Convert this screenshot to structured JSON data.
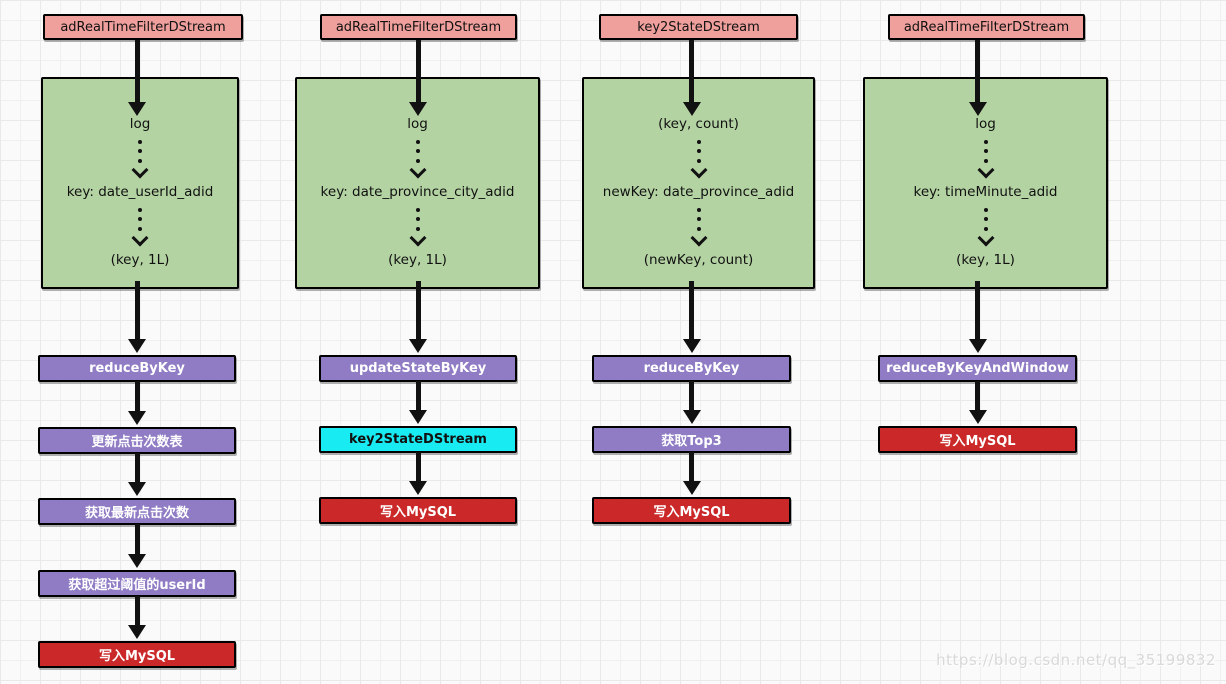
{
  "watermark": "https://blog.csdn.net/qq_35199832",
  "colors": {
    "header_fill": "#efa09d",
    "stage_fill": "#b4d3a3",
    "operator_fill": "#8f7cc4",
    "dstream_fill": "#18ecf2",
    "mysql_fill": "#cb2929",
    "arrow": "#111111"
  },
  "columns": [
    {
      "header": "adRealTimeFilterDStream",
      "steps": [
        "log",
        "key: date_userId_adid",
        "(key, 1L)"
      ],
      "nodes": [
        {
          "label": "reduceByKey",
          "type": "op"
        },
        {
          "label": "更新点击次数表",
          "type": "op"
        },
        {
          "label": "获取最新点击次数",
          "type": "op"
        },
        {
          "label": "获取超过阈值的userId",
          "type": "op"
        },
        {
          "label": "写入MySQL",
          "type": "mysql"
        }
      ]
    },
    {
      "header": "adRealTimeFilterDStream",
      "steps": [
        "log",
        "key: date_province_city_adid",
        "(key, 1L)"
      ],
      "nodes": [
        {
          "label": "updateStateByKey",
          "type": "op"
        },
        {
          "label": "key2StateDStream",
          "type": "dstream"
        },
        {
          "label": "写入MySQL",
          "type": "mysql"
        }
      ]
    },
    {
      "header": "key2StateDStream",
      "steps": [
        "(key, count)",
        "newKey: date_province_adid",
        "(newKey, count)"
      ],
      "nodes": [
        {
          "label": "reduceByKey",
          "type": "op"
        },
        {
          "label": "获取Top3",
          "type": "op"
        },
        {
          "label": "写入MySQL",
          "type": "mysql"
        }
      ]
    },
    {
      "header": "adRealTimeFilterDStream",
      "steps": [
        "log",
        "key: timeMinute_adid",
        "(key, 1L)"
      ],
      "nodes": [
        {
          "label": "reduceByKeyAndWindow",
          "type": "op"
        },
        {
          "label": "写入MySQL",
          "type": "mysql"
        }
      ]
    }
  ]
}
